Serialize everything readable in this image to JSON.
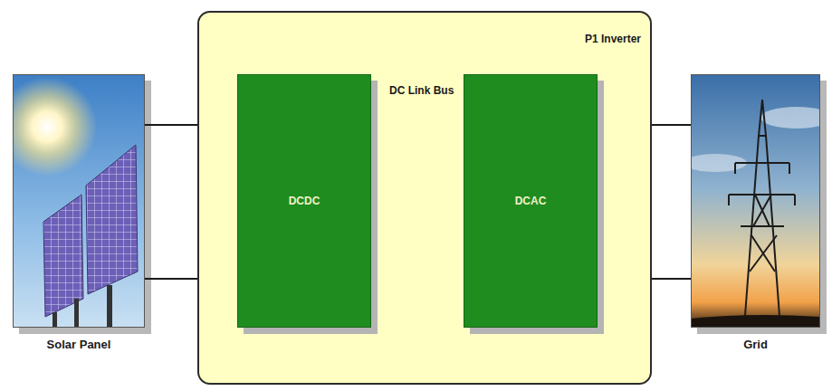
{
  "diagram": {
    "nodes": [
      {
        "text": [
          "Solar Panel"
        ]
      },
      {
        "text": [
          "P1 Inverter"
        ]
      },
      {
        "text": [
          "DCDC"
        ],
        "in": 1
      },
      {
        "text": [
          "DCAC"
        ],
        "in": 1
      },
      {
        "text": [
          "Grid"
        ]
      }
    ],
    "edges": [
      {
        "from": 0,
        "to": 2,
        "arrow": "none"
      },
      {
        "from": 0,
        "to": 2,
        "arrow": "none"
      },
      {
        "from": 2,
        "to": 3,
        "arrow": "none"
      },
      {
        "from": 2,
        "to": 3,
        "arrow": "none"
      },
      {
        "from": 3,
        "to": 4,
        "arrow": "none"
      },
      {
        "from": 3,
        "to": 4,
        "arrow": "none"
      }
    ],
    "labels": [
      "DC Link Bus"
    ]
  }
}
